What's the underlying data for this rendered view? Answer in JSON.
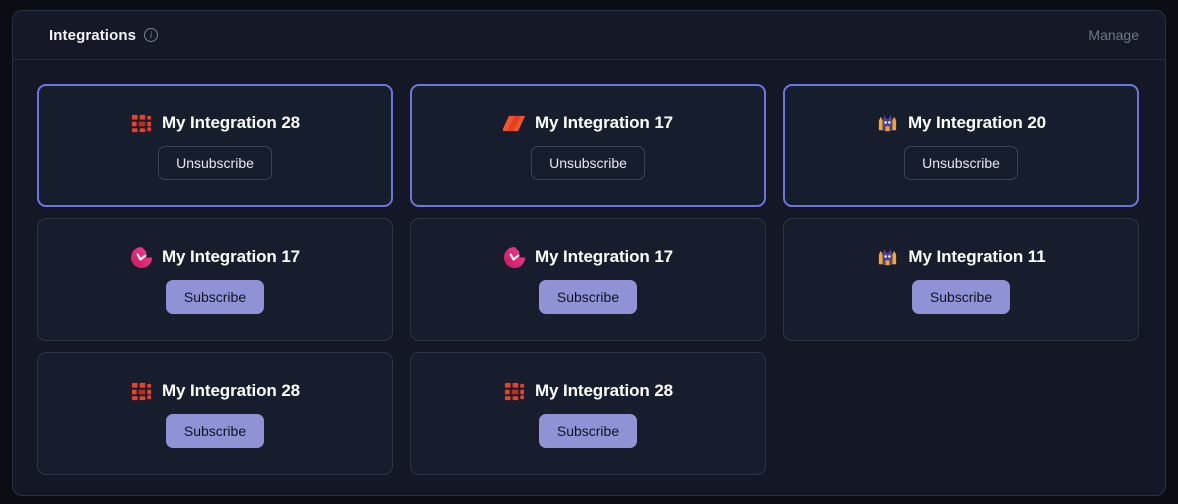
{
  "header": {
    "title": "Integrations",
    "info_icon": "info-icon",
    "manage_label": "Manage"
  },
  "colors": {
    "page_bg": "#0a0d14",
    "panel_bg": "#131726",
    "card_bg": "#171d2c",
    "card_border": "#2c3446",
    "highlight_border": "#6f74e0",
    "subscribe_bg": "#8f93d6",
    "subscribe_text": "#12151f",
    "title_text": "#ffffff",
    "manage_text": "#6f7889"
  },
  "labels": {
    "subscribe": "Subscribe",
    "unsubscribe": "Unsubscribe"
  },
  "rows": [
    {
      "cards": [
        {
          "title": "My Integration 28",
          "icon": "grid-blocks-icon",
          "button": "Unsubscribe",
          "subscribed": true,
          "highlighted": true
        },
        {
          "title": "My Integration 17",
          "icon": "slashes-icon",
          "button": "Unsubscribe",
          "subscribed": true,
          "highlighted": true
        },
        {
          "title": "My Integration 20",
          "icon": "cat-mascot-icon",
          "button": "Unsubscribe",
          "subscribed": true,
          "highlighted": true
        }
      ]
    },
    {
      "cards": [
        {
          "title": "My Integration 17",
          "icon": "pink-circle-icon",
          "button": "Subscribe",
          "subscribed": false,
          "highlighted": false
        },
        {
          "title": "My Integration 17",
          "icon": "pink-circle-icon",
          "button": "Subscribe",
          "subscribed": false,
          "highlighted": false
        },
        {
          "title": "My Integration 11",
          "icon": "cat-mascot-icon",
          "button": "Subscribe",
          "subscribed": false,
          "highlighted": false
        }
      ]
    },
    {
      "cards": [
        {
          "title": "My Integration 28",
          "icon": "grid-blocks-icon",
          "button": "Subscribe",
          "subscribed": false,
          "highlighted": false
        },
        {
          "title": "My Integration 28",
          "icon": "grid-blocks-icon",
          "button": "Subscribe",
          "subscribed": false,
          "highlighted": false
        }
      ]
    }
  ]
}
